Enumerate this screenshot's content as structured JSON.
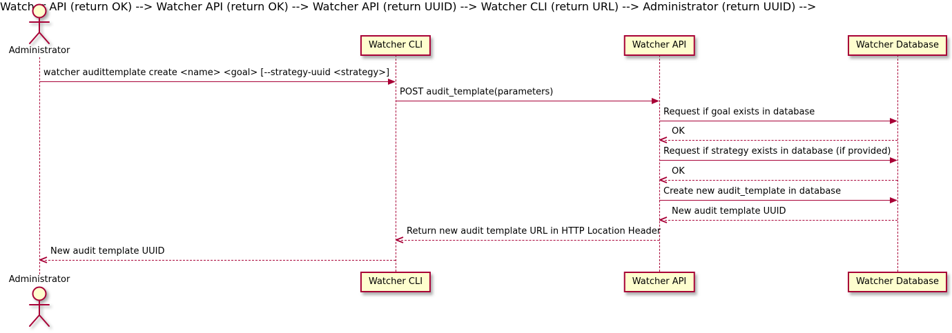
{
  "diagram": {
    "kind": "sequence-diagram",
    "colors": {
      "accent": "#A80036",
      "participant_fill": "#FEFECE",
      "text": "#000000",
      "background": "#FFFFFF"
    }
  },
  "participants": {
    "administrator": {
      "label": "Administrator",
      "type": "actor"
    },
    "watcher_cli": {
      "label": "Watcher CLI",
      "type": "participant"
    },
    "watcher_api": {
      "label": "Watcher API",
      "type": "participant"
    },
    "watcher_db": {
      "label": "Watcher Database",
      "type": "participant"
    }
  },
  "messages": [
    {
      "text": "watcher audittemplate create <name> <goal> [--strategy-uuid <strategy>]",
      "from": "Administrator",
      "to": "Watcher CLI",
      "style": "call"
    },
    {
      "text": "POST audit_template(parameters)",
      "from": "Watcher CLI",
      "to": "Watcher API",
      "style": "call"
    },
    {
      "text": "Request if goal exists in database",
      "from": "Watcher API",
      "to": "Watcher Database",
      "style": "call"
    },
    {
      "text": "OK",
      "from": "Watcher Database",
      "to": "Watcher API",
      "style": "return"
    },
    {
      "text": "Request if strategy exists in database (if provided)",
      "from": "Watcher API",
      "to": "Watcher Database",
      "style": "call"
    },
    {
      "text": "OK",
      "from": "Watcher Database",
      "to": "Watcher API",
      "style": "return"
    },
    {
      "text": "Create new audit_template in database",
      "from": "Watcher API",
      "to": "Watcher Database",
      "style": "call"
    },
    {
      "text": "New audit template UUID",
      "from": "Watcher Database",
      "to": "Watcher API",
      "style": "return"
    },
    {
      "text": "Return new audit template URL in HTTP Location Header",
      "from": "Watcher API",
      "to": "Watcher CLI",
      "style": "return"
    },
    {
      "text": "New audit template UUID",
      "from": "Watcher CLI",
      "to": "Administrator",
      "style": "return"
    }
  ]
}
